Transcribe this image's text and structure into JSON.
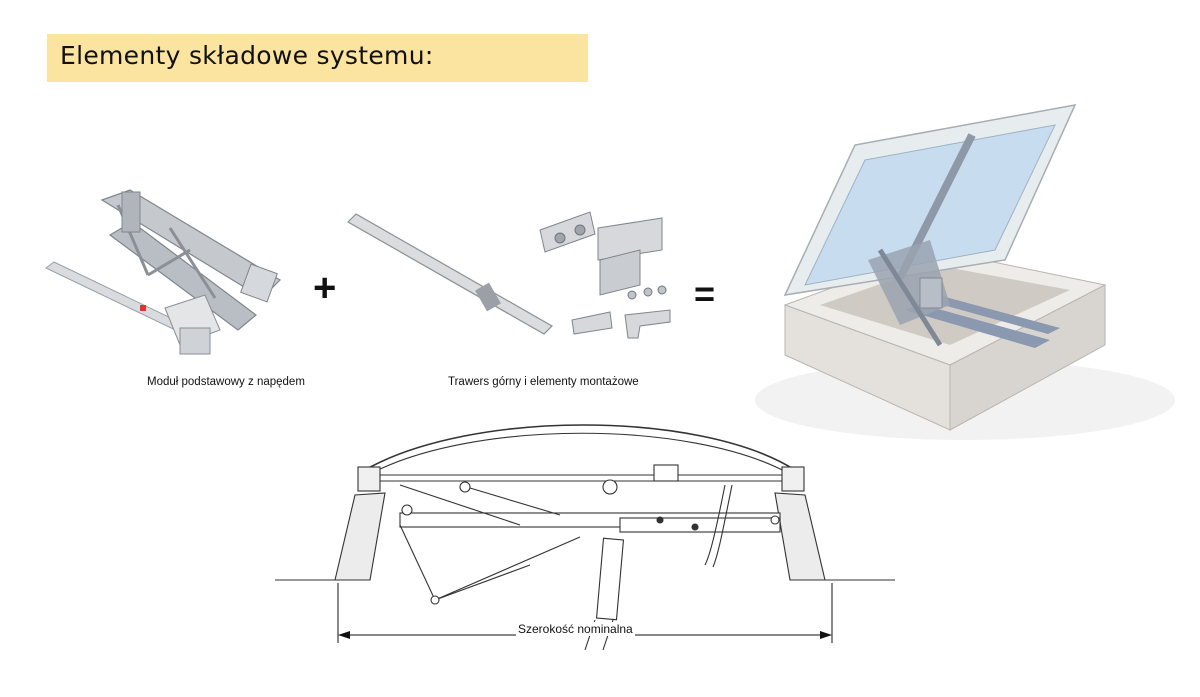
{
  "header": {
    "title": "Elementy składowe systemu:"
  },
  "components": [
    {
      "caption": "Moduł podstawowy z napędem",
      "icon": "base-module-drive-image"
    },
    {
      "caption": "Trawers górny i elementy montażowe",
      "icon": "upper-traverse-mounting-parts-image"
    }
  ],
  "operators": {
    "plus": "+",
    "equals": "="
  },
  "result": {
    "icon": "roof-hatch-assembled-image"
  },
  "drawing": {
    "dimension_label": "Szerokość nominalna"
  },
  "colors": {
    "title_band": "#fbe3a0",
    "metal": "#c9cdd3",
    "glass": "#c8dcef",
    "frame": "#e8e6e2"
  }
}
